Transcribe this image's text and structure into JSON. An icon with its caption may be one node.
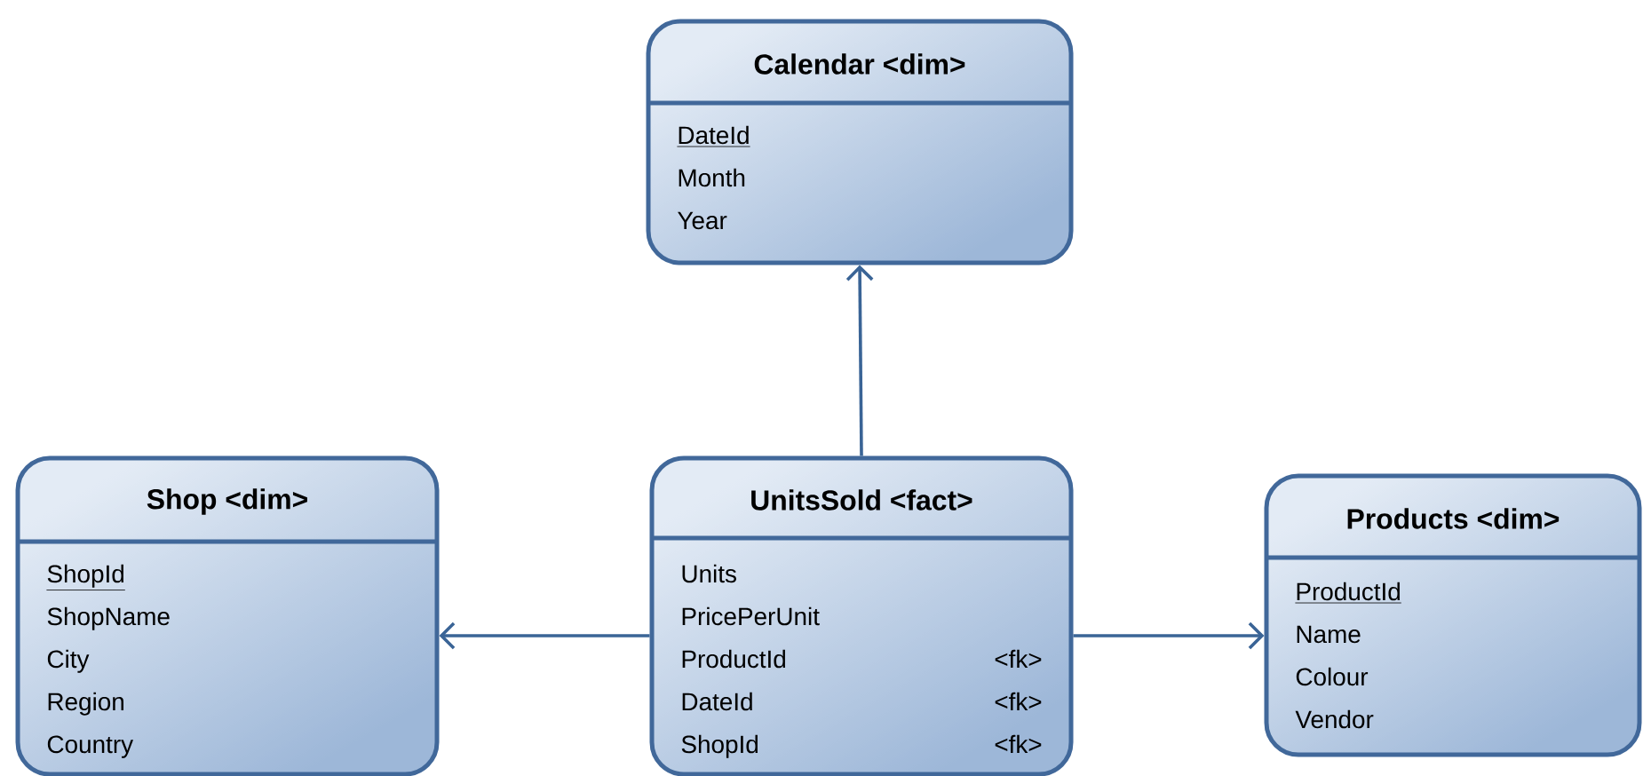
{
  "diagram": {
    "nodes": [
      {
        "text": [
          "Calendar <dim>",
          "DateId",
          "Month",
          "Year"
        ]
      },
      {
        "text": [
          "Shop <dim>",
          "ShopId",
          "ShopName",
          "City",
          "Region",
          "Country"
        ]
      },
      {
        "text": [
          "UnitsSold <fact>",
          "Units",
          "PricePerUnit",
          "ProductId",
          "<fk>",
          "DateId",
          "<fk>",
          "ShopId",
          "<fk>"
        ]
      },
      {
        "text": [
          "Products <dim>",
          "ProductId",
          "Name",
          "Colour",
          "Vendor"
        ]
      }
    ],
    "edges": [
      {
        "from": 2,
        "to": 0,
        "arrow": "to"
      },
      {
        "from": 2,
        "to": 1,
        "arrow": "to"
      },
      {
        "from": 2,
        "to": 3,
        "arrow": "to"
      }
    ]
  }
}
